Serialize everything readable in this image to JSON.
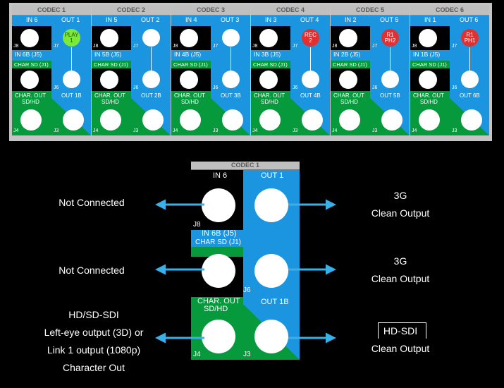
{
  "top_panel": {
    "codecs": [
      {
        "header": "CODEC 1",
        "in_label": "IN 6",
        "out_label": "OUT 1",
        "in_b_label": "IN 6B (J5)",
        "badge_lines": [
          "PLAY",
          "1"
        ],
        "badge_color": "#7ce83a"
      },
      {
        "header": "CODEC 2",
        "in_label": "IN 5",
        "out_label": "OUT 2",
        "in_b_label": "IN 5B (J5)",
        "badge_lines": [],
        "badge_color": ""
      },
      {
        "header": "CODEC 3",
        "in_label": "IN 4",
        "out_label": "OUT 3",
        "in_b_label": "IN 4B (J5)",
        "badge_lines": [],
        "badge_color": ""
      },
      {
        "header": "CODEC 4",
        "in_label": "IN 3",
        "out_label": "OUT 4",
        "in_b_label": "IN 3B (J5)",
        "badge_lines": [
          "REC",
          "2"
        ],
        "badge_color": "#e23030"
      },
      {
        "header": "CODEC 5",
        "in_label": "IN 2",
        "out_label": "OUT 5",
        "in_b_label": "IN 2B (J5)",
        "badge_lines": [
          "R1",
          "PH2"
        ],
        "badge_color": "#e23030"
      },
      {
        "header": "CODEC 6",
        "in_label": "IN 1",
        "out_label": "OUT 6",
        "in_b_label": "IN 1B (J5)",
        "badge_lines": [
          "R1",
          "PH1"
        ],
        "badge_color": "#e23030"
      }
    ],
    "common": {
      "char_sd": "CHAR SD (J1)",
      "char_out_line1": "CHAR. OUT",
      "char_out_line2": "SD/HD",
      "out_b_suffix": "B",
      "j8": "J8",
      "j7": "J7",
      "j6": "J6",
      "j4": "J4",
      "j3": "J3"
    }
  },
  "detail_panel": {
    "header": "CODEC 1",
    "in_label": "IN 6",
    "out_label": "OUT 1",
    "in_b_label": "IN 6B (J5)",
    "char_sd": "CHAR SD (J1)",
    "char_out_line1": "CHAR. OUT",
    "char_out_line2": "SD/HD",
    "out_b_label": "OUT 1B",
    "j8": "J8",
    "j6": "J6",
    "j4": "J4",
    "j3": "J3"
  },
  "notes": {
    "in_top": "Not Connected",
    "in_mid": "Not Connected",
    "in_bottom_lines": [
      "HD/SD-SDI",
      "Left-eye output (3D) or",
      "Link 1 output (1080p)",
      "Character Out"
    ],
    "out_top_lines": [
      "3G",
      "Clean Output"
    ],
    "out_mid_lines": [
      "3G",
      "Clean Output"
    ],
    "out_bottom_lines": [
      "HD-SDI",
      "Clean Output"
    ]
  },
  "colors": {
    "panel_blue": "#1c95e0",
    "green": "#069a3c",
    "arrow": "#3ab0e8"
  }
}
